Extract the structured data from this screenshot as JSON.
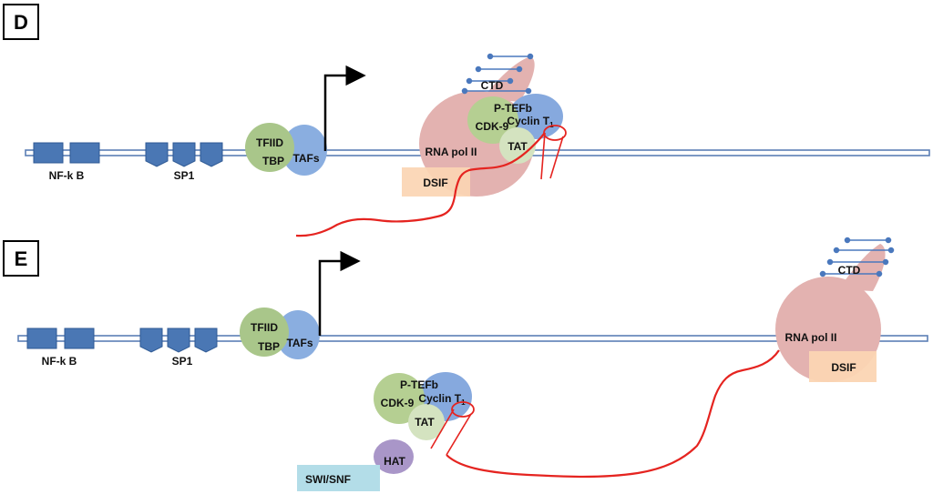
{
  "panels": [
    {
      "letter": "D",
      "nfkb": "NF-k B",
      "sp1": "SP1",
      "tfiid": "TFIID",
      "tbp": "TBP",
      "tafs": "TAFs",
      "ctd": "CTD",
      "ptefb": "P-TEFb",
      "cdk9": "CDK-9",
      "cyclin": "Cyclin T",
      "cyclin_sub": "1",
      "tat": "TAT",
      "rnapol": "RNA pol II",
      "dsif": "DSIF"
    },
    {
      "letter": "E",
      "nfkb": "NF-k B",
      "sp1": "SP1",
      "tfiid": "TFIID",
      "tbp": "TBP",
      "tafs": "TAFs",
      "ctd": "CTD",
      "rnapol": "RNA pol II",
      "dsif": "DSIF",
      "ptefb": "P-TEFb",
      "cdk9": "CDK-9",
      "cyclin": "Cyclin T",
      "cyclin_sub": "1",
      "tat": "TAT",
      "hat": "HAT",
      "swisnf": "SWI/SNF"
    }
  ],
  "colors": {
    "dna": "#5b7fb5",
    "box": "#4a77b4",
    "tfiid": "#a9c68a",
    "tafs": "#8aaee0",
    "rnapol": "#e3b2b0",
    "cdk9": "#b5cf92",
    "cyclin": "#86a9de",
    "tat": "#d4e3c0",
    "dsif": "#fbd5b3",
    "hat": "#a996c8",
    "swisnf": "#b3dde8",
    "rna": "#e52420",
    "ctd_pin": "#4a78bd"
  }
}
